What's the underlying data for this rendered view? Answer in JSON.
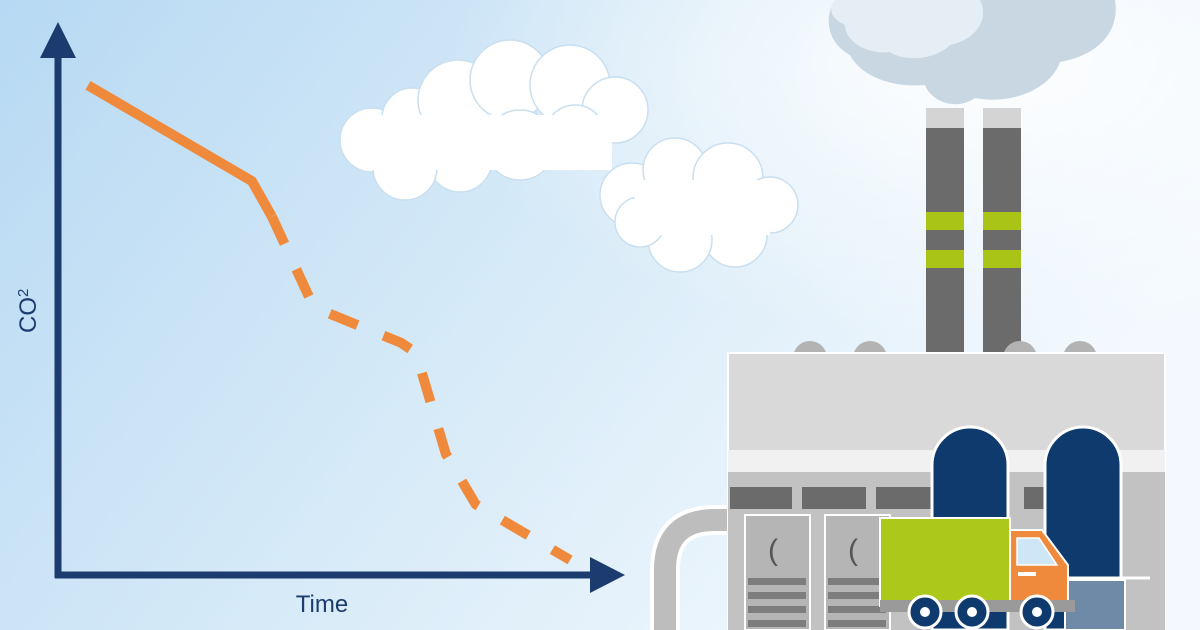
{
  "axes": {
    "y_label": "CO",
    "y_label_subscript": "2",
    "x_label": "Time"
  },
  "chart_data": {
    "type": "line",
    "xlabel": "Time",
    "ylabel": "CO2",
    "series": [
      {
        "style": "solid",
        "color": "#ef8a3c",
        "points": [
          [
            0.0,
            0.95
          ],
          [
            0.33,
            0.76
          ],
          [
            0.37,
            0.69
          ]
        ]
      },
      {
        "style": "dashed",
        "color": "#ef8a3c",
        "points": [
          [
            0.37,
            0.69
          ],
          [
            0.45,
            0.52
          ],
          [
            0.48,
            0.5
          ],
          [
            0.63,
            0.44
          ],
          [
            0.66,
            0.42
          ],
          [
            0.72,
            0.22
          ],
          [
            0.78,
            0.12
          ],
          [
            0.97,
            0.01
          ]
        ]
      }
    ]
  },
  "colors": {
    "sky_light": "#e9f4fc",
    "sky_mid": "#cfe6f7",
    "axis": "#1c3b6e",
    "trend": "#ef8a3c",
    "chimney": "#6b6b6b",
    "chimney_band": "#a9c417",
    "building": "#d9d9d9",
    "tank": "#0e3a6e",
    "truck_body": "#acc81a",
    "truck_cab": "#ef8a3c"
  }
}
